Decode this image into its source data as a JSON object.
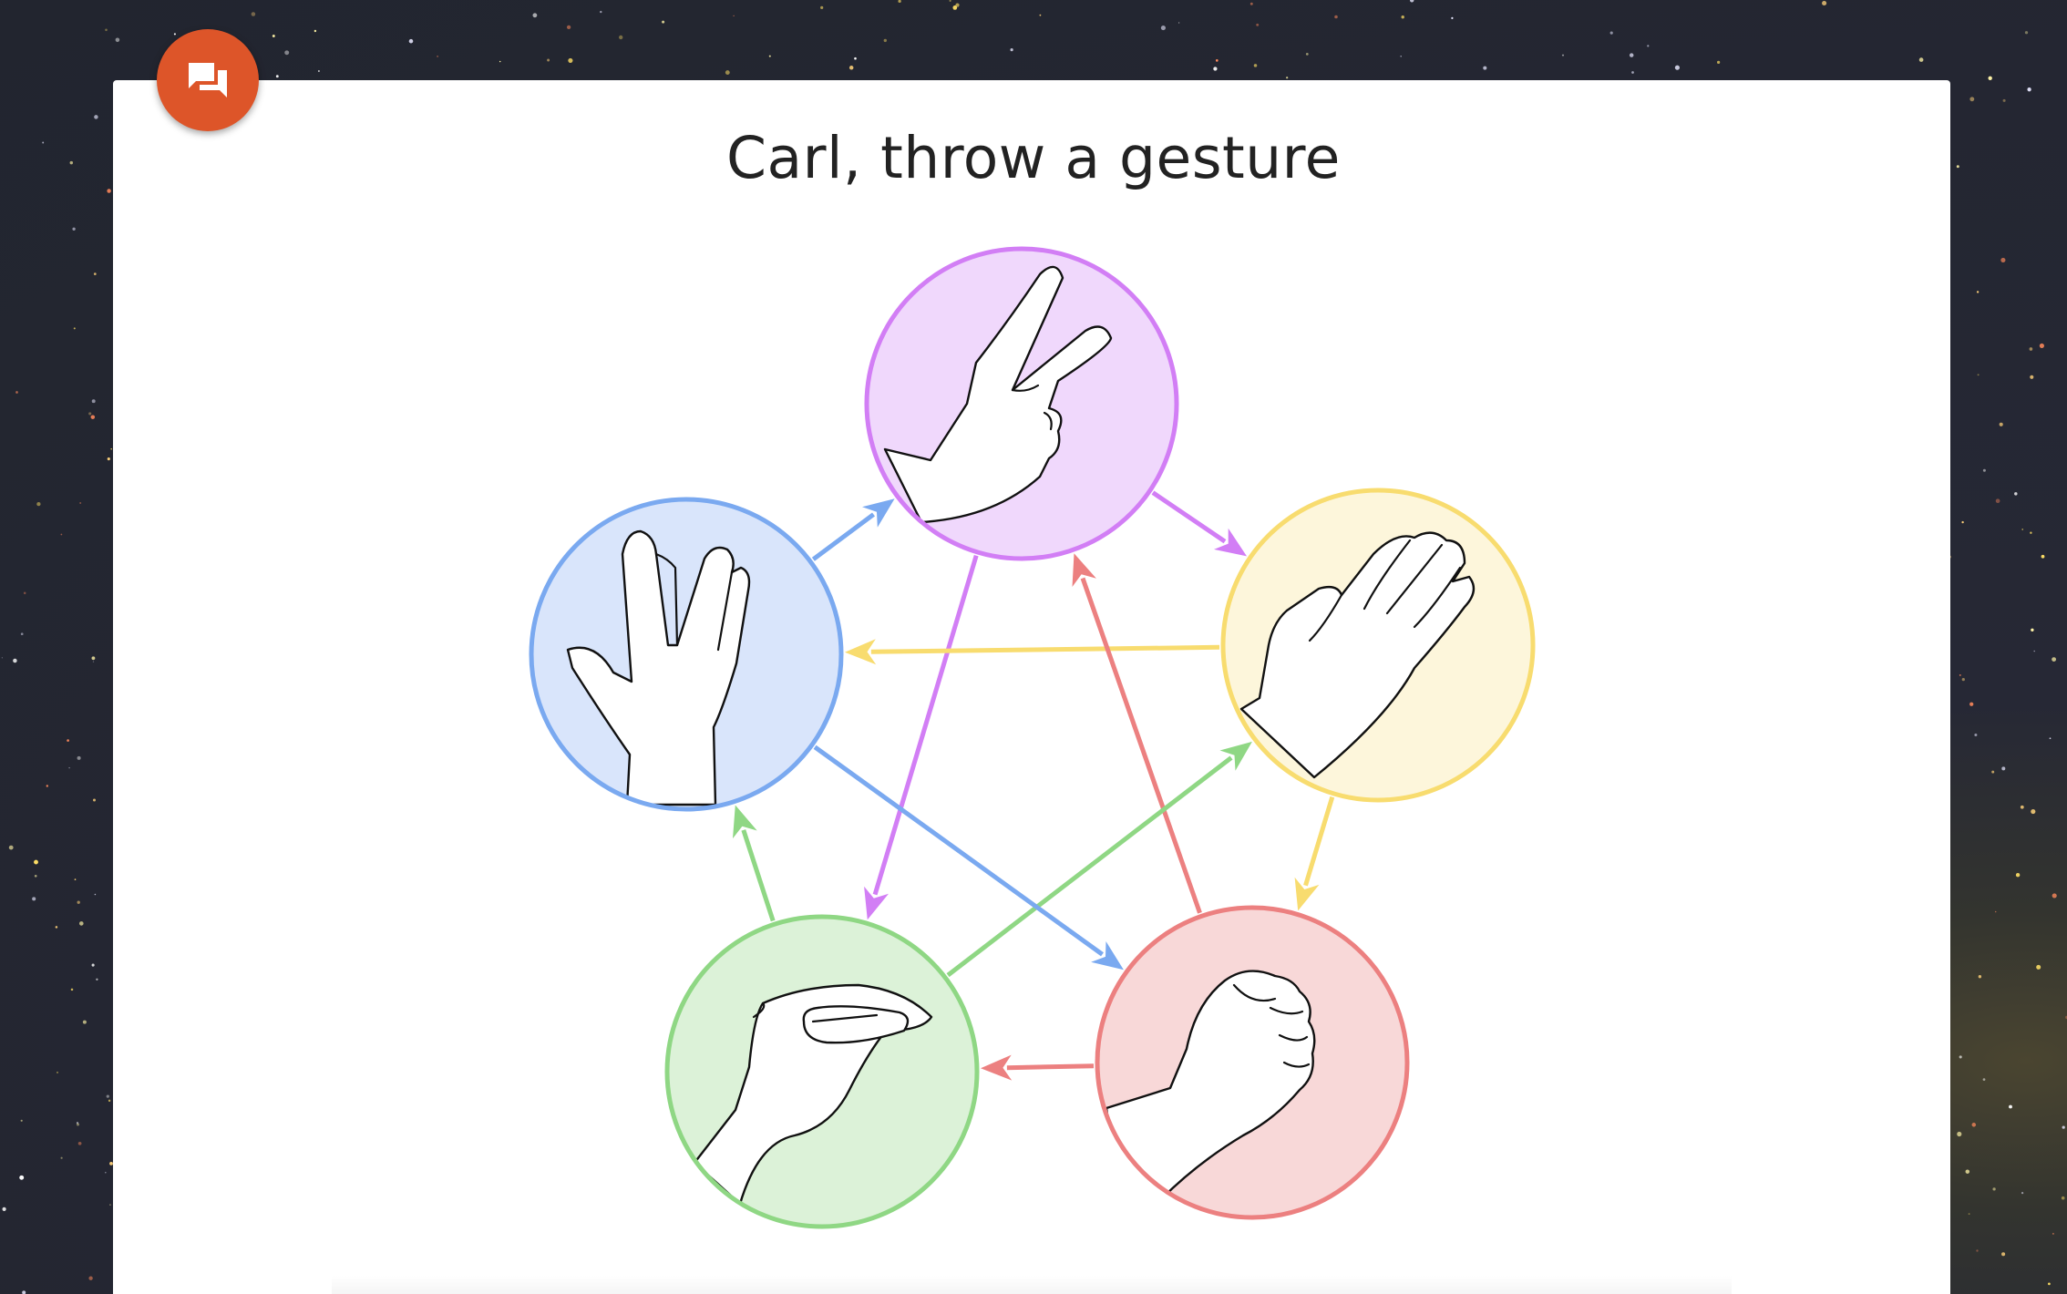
{
  "header": {
    "title": "Carl, throw a gesture"
  },
  "chat_button": {
    "icon": "chat-bubbles-icon",
    "color": "#dd5529"
  },
  "gestures": [
    {
      "id": "scissors",
      "icon": "scissors-hand-icon",
      "ring_color": "#d27ef5",
      "fill_color": "#f0d8fc"
    },
    {
      "id": "paper",
      "icon": "paper-hand-icon",
      "ring_color": "#f8dc6f",
      "fill_color": "#fdf6db"
    },
    {
      "id": "rock",
      "icon": "rock-fist-icon",
      "ring_color": "#ec8080",
      "fill_color": "#f8d8d8"
    },
    {
      "id": "lizard",
      "icon": "lizard-hand-icon",
      "ring_color": "#8fd784",
      "fill_color": "#dcf2d8"
    },
    {
      "id": "spock",
      "icon": "spock-hand-icon",
      "ring_color": "#7aa9f0",
      "fill_color": "#d9e5fb"
    }
  ],
  "relations": [
    {
      "from": "scissors",
      "to": "paper"
    },
    {
      "from": "scissors",
      "to": "lizard"
    },
    {
      "from": "paper",
      "to": "rock"
    },
    {
      "from": "paper",
      "to": "spock"
    },
    {
      "from": "rock",
      "to": "lizard"
    },
    {
      "from": "rock",
      "to": "scissors"
    },
    {
      "from": "lizard",
      "to": "spock"
    },
    {
      "from": "lizard",
      "to": "paper"
    },
    {
      "from": "spock",
      "to": "scissors"
    },
    {
      "from": "spock",
      "to": "rock"
    }
  ]
}
